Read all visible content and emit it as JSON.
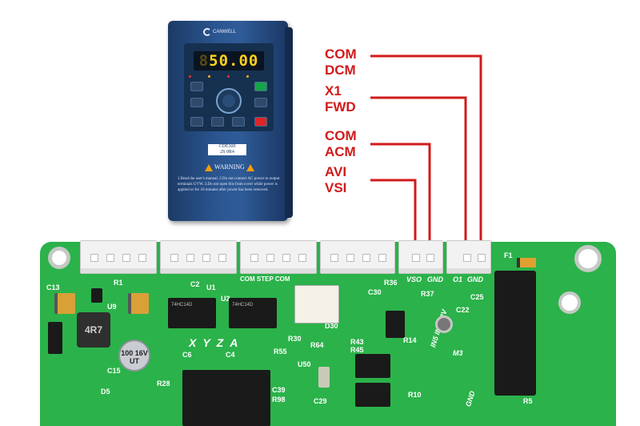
{
  "vfd": {
    "brand": "CANWELL",
    "display_value": "50.00",
    "display_prefix": "8",
    "model": "CDE300",
    "model_sub": "2S 0R4",
    "warning_title": "WARNING",
    "warning_lines": "1.Read the user's manual. 2.Do not connect AC power to output terminals UVW. 3.Do not open this from cover while power is applied or for 10 minutes after power has been removed."
  },
  "labels": {
    "com1": "COM",
    "dcm": "DCM",
    "x1": "X1",
    "fwd": "FWD",
    "com2": "COM",
    "acm": "ACM",
    "avi": "AVI",
    "vsi": "VSI"
  },
  "pcb": {
    "brand": "XYZA",
    "silk": {
      "com_step": "COM STEP COM",
      "vso": "VSO",
      "gnd1": "GND",
      "o1": "O1",
      "gnd2": "GND",
      "r36": "R36",
      "c25": "C25",
      "c22": "C22",
      "c30": "C30",
      "r37": "R37",
      "r14": "R14",
      "r43": "R43",
      "r45": "R45",
      "r64": "R64",
      "r55": "R55",
      "r30": "R30",
      "u50": "U50",
      "c39": "C39",
      "r98": "R98",
      "c29": "C29",
      "r10": "R10",
      "in5_in6": "IN5 IN6 12V",
      "gnd3": "GND",
      "m3": "M3",
      "f1": "F1",
      "r5": "R5",
      "d30": "D30",
      "u1": "U1",
      "u2": "U2",
      "c2": "C2",
      "c4": "C4",
      "c6": "C6",
      "r1": "R1",
      "u9": "U9",
      "c13": "C13",
      "c15": "C15",
      "r28": "R28",
      "d5": "D5",
      "inductor": "4R7",
      "cap": "100 16V UT",
      "ic1": "74HC14D",
      "ic2": "74HC14D"
    }
  },
  "colors": {
    "label_red": "#d01b1b",
    "pcb_green": "#2bb24a",
    "vfd_blue": "#2a5590",
    "display_yellow": "#ffd21a"
  }
}
